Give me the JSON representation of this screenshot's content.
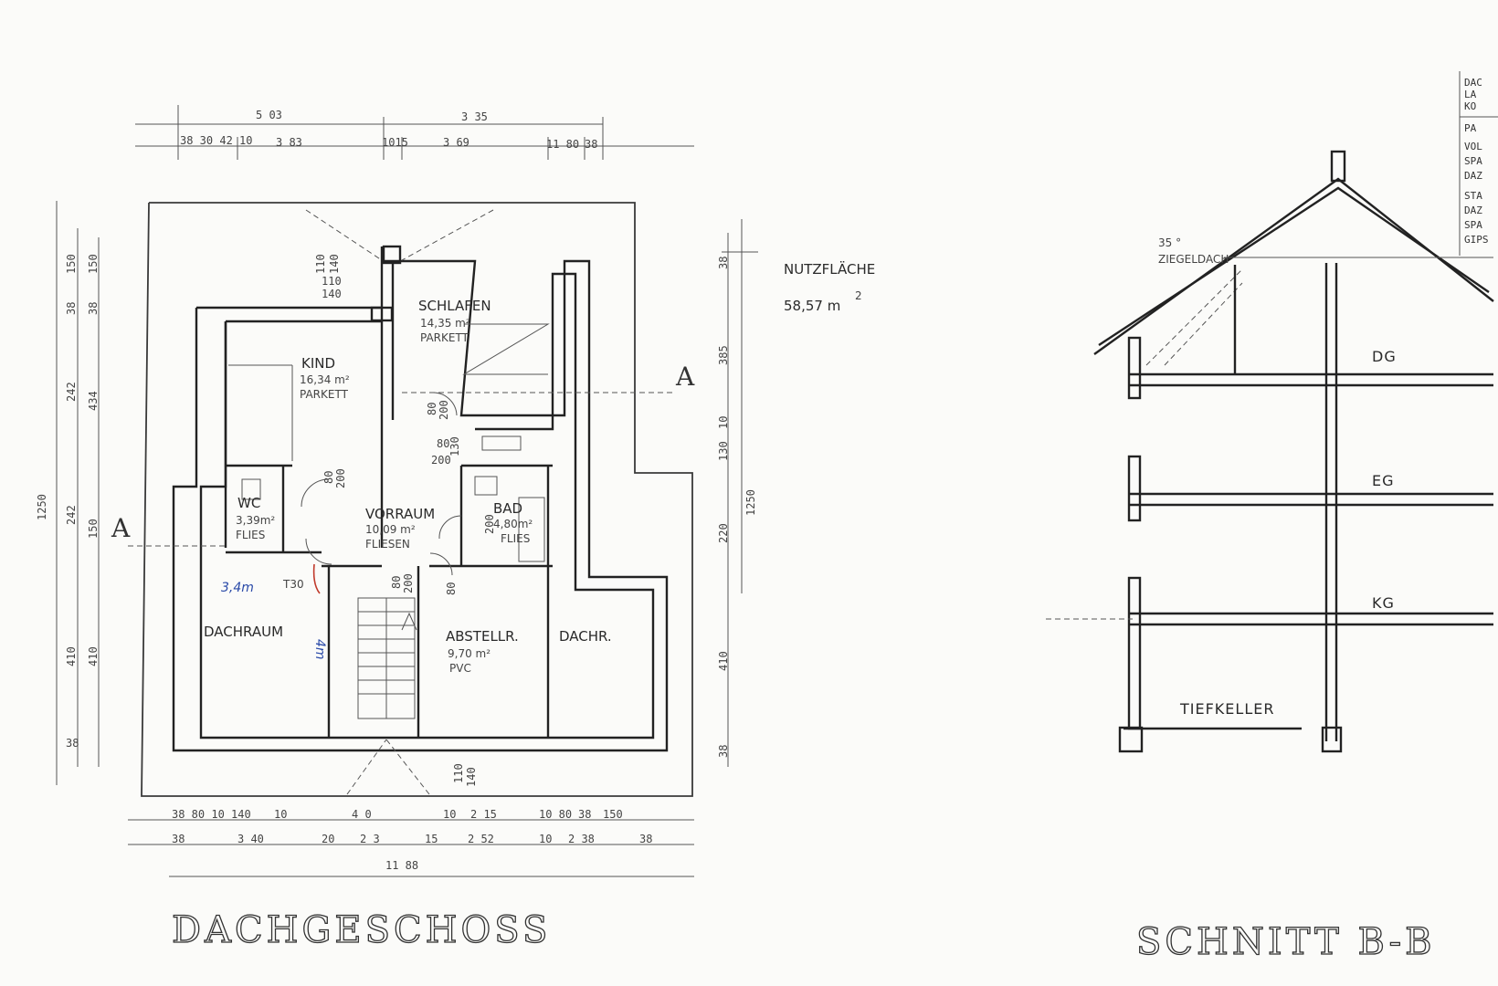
{
  "plan": {
    "title": "DACHGESCHOSS",
    "area_label": "NUTZFLÄCHE",
    "area_value": "58,57 m",
    "area_sup": "2",
    "section_mark": "A",
    "rooms": [
      {
        "name": "KIND",
        "area": "16,34 m²",
        "floor": "PARKETT"
      },
      {
        "name": "SCHLAFEN",
        "area": "14,35 m²",
        "floor": "PARKETT"
      },
      {
        "name": "WC",
        "area": "3,39m²",
        "floor": "FLIES"
      },
      {
        "name": "VORRAUM",
        "area": "10,09 m²",
        "floor": "FLIESEN"
      },
      {
        "name": "BAD",
        "area": "4,80m²",
        "floor": "FLIES"
      },
      {
        "name": "DACHRAUM",
        "area": "",
        "floor": ""
      },
      {
        "name": "ABSTELLR.",
        "area": "9,70 m²",
        "floor": "PVC"
      },
      {
        "name": "DACHR.",
        "area": "",
        "floor": ""
      }
    ],
    "door_label": "T30",
    "handwritten": [
      "3,4m",
      "4m"
    ],
    "dims_top_1": [
      "5 03",
      "3 35"
    ],
    "dims_top_2": [
      "38 30 42 10",
      "3 83",
      "1015",
      "3 69",
      "11 80",
      "38"
    ],
    "dims_bottom_1": [
      "38 80 10 140",
      "10",
      "4 0",
      "10",
      "2 15",
      "10 80",
      "38",
      "150"
    ],
    "dims_bottom_2": [
      "38",
      "3 40",
      "20",
      "2 3",
      "15",
      "2 52",
      "10",
      "2 38",
      "38"
    ],
    "dims_bottom_total": "11 88",
    "dims_left": [
      "150",
      "150",
      "38",
      "38",
      "242",
      "434",
      "1250",
      "242",
      "150",
      "410",
      "410",
      "38"
    ],
    "dims_right": [
      "38",
      "385",
      "10",
      "130",
      "1250",
      "220",
      "410",
      "38"
    ],
    "door_dims": [
      "110",
      "140",
      "110",
      "140",
      "80",
      "200",
      "80",
      "200",
      "80",
      "200",
      "80",
      "200",
      "80",
      "200",
      "110",
      "140",
      "130"
    ]
  },
  "section": {
    "title": "SCHNITT B-B",
    "roof_pitch": "35 °",
    "roof_type": "ZIEGELDACH",
    "levels": [
      "DG",
      "EG",
      "KG",
      "TIEFKELLER"
    ],
    "legend": [
      "DAC",
      "LA",
      "KO",
      "PA",
      "VOL",
      "SPA",
      "DAZ",
      "STA",
      "DAZ",
      "SPA",
      "GIPS"
    ]
  }
}
